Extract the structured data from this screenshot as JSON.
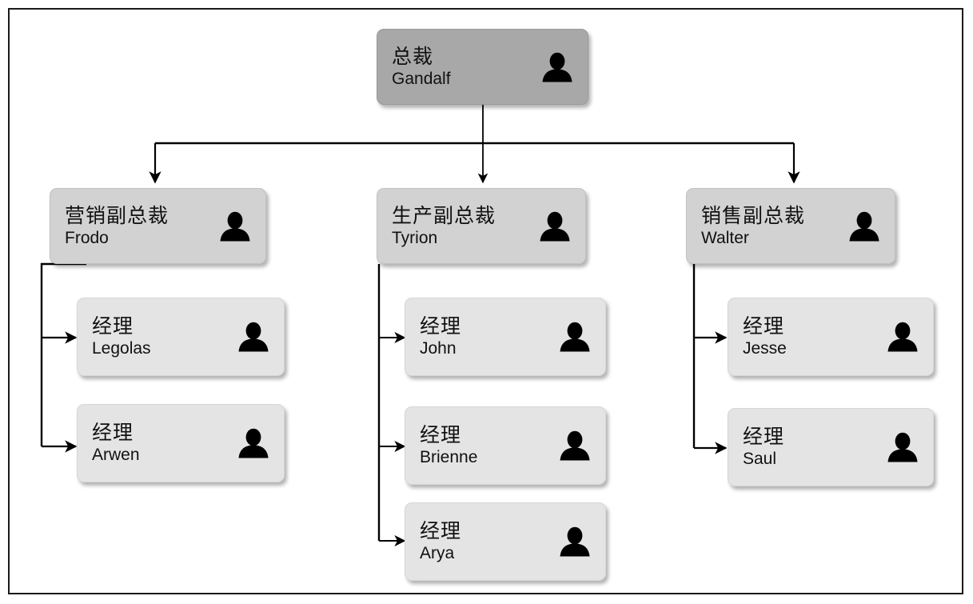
{
  "diagram": {
    "type": "organization-chart",
    "frame_border_color": "#1a1a1a",
    "background": "#ffffff",
    "icon": "person-icon",
    "levels": {
      "root_fill": "#a8a8a8",
      "vp_fill": "#d2d2d2",
      "manager_fill": "#e4e4e4"
    },
    "root": {
      "title": "总裁",
      "name": "Gandalf",
      "icon": "person-icon"
    },
    "branches": [
      {
        "vp": {
          "title": "营销副总裁",
          "name": "Frodo",
          "icon": "person-icon"
        },
        "managers": [
          {
            "title": "经理",
            "name": "Legolas",
            "icon": "person-icon"
          },
          {
            "title": "经理",
            "name": "Arwen",
            "icon": "person-icon"
          }
        ]
      },
      {
        "vp": {
          "title": "生产副总裁",
          "name": "Tyrion",
          "icon": "person-icon"
        },
        "managers": [
          {
            "title": "经理",
            "name": "John",
            "icon": "person-icon"
          },
          {
            "title": "经理",
            "name": "Brienne",
            "icon": "person-icon"
          },
          {
            "title": "经理",
            "name": "Arya",
            "icon": "person-icon"
          }
        ]
      },
      {
        "vp": {
          "title": "销售副总裁",
          "name": "Walter",
          "icon": "person-icon"
        },
        "managers": [
          {
            "title": "经理",
            "name": "Jesse",
            "icon": "person-icon"
          },
          {
            "title": "经理",
            "name": "Saul",
            "icon": "person-icon"
          }
        ]
      }
    ]
  }
}
